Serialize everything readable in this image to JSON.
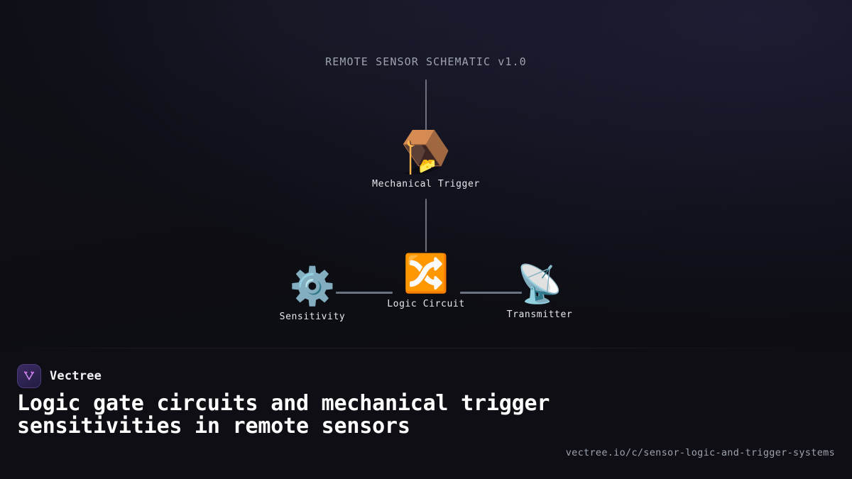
{
  "schematic": {
    "title": "REMOTE SENSOR SCHEMATIC v1.0",
    "nodes": [
      {
        "id": "trigger",
        "glyph": "🪤",
        "icon_name": "mousetrap-icon",
        "label": "Mechanical Trigger"
      },
      {
        "id": "logic",
        "glyph": "🔀",
        "icon_name": "shuffle-icon",
        "label": "Logic Circuit"
      },
      {
        "id": "sensitivity",
        "glyph": "⚙️",
        "icon_name": "gear-icon",
        "label": "Sensitivity"
      },
      {
        "id": "transmitter",
        "glyph": "📡",
        "icon_name": "satellite-dish-icon",
        "label": "Transmitter"
      }
    ],
    "edges": [
      {
        "id": "edge-top",
        "from": "root",
        "to": "trigger",
        "orientation": "vertical"
      },
      {
        "id": "edge-mid",
        "from": "trigger",
        "to": "logic",
        "orientation": "vertical"
      },
      {
        "id": "edge-left",
        "from": "sensitivity",
        "to": "logic",
        "orientation": "horizontal"
      },
      {
        "id": "edge-right",
        "from": "logic",
        "to": "transmitter",
        "orientation": "horizontal"
      }
    ]
  },
  "footer": {
    "brand_name": "Vectree",
    "logo_icon": "vectree-branch-logo",
    "headline": "Logic gate circuits and mechanical trigger sensitivities in remote sensors",
    "url": "vectree.io/c/sensor-logic-and-trigger-systems"
  },
  "colors": {
    "background": "#0e0e15",
    "background_tint": "#1a1a2e",
    "edge": "#6b7280",
    "title_text": "#9ca3af",
    "node_label": "#e5e7eb",
    "headline_text": "#ffffff",
    "brand_accent": "#c084fc",
    "logic_accent": "#f59120"
  }
}
